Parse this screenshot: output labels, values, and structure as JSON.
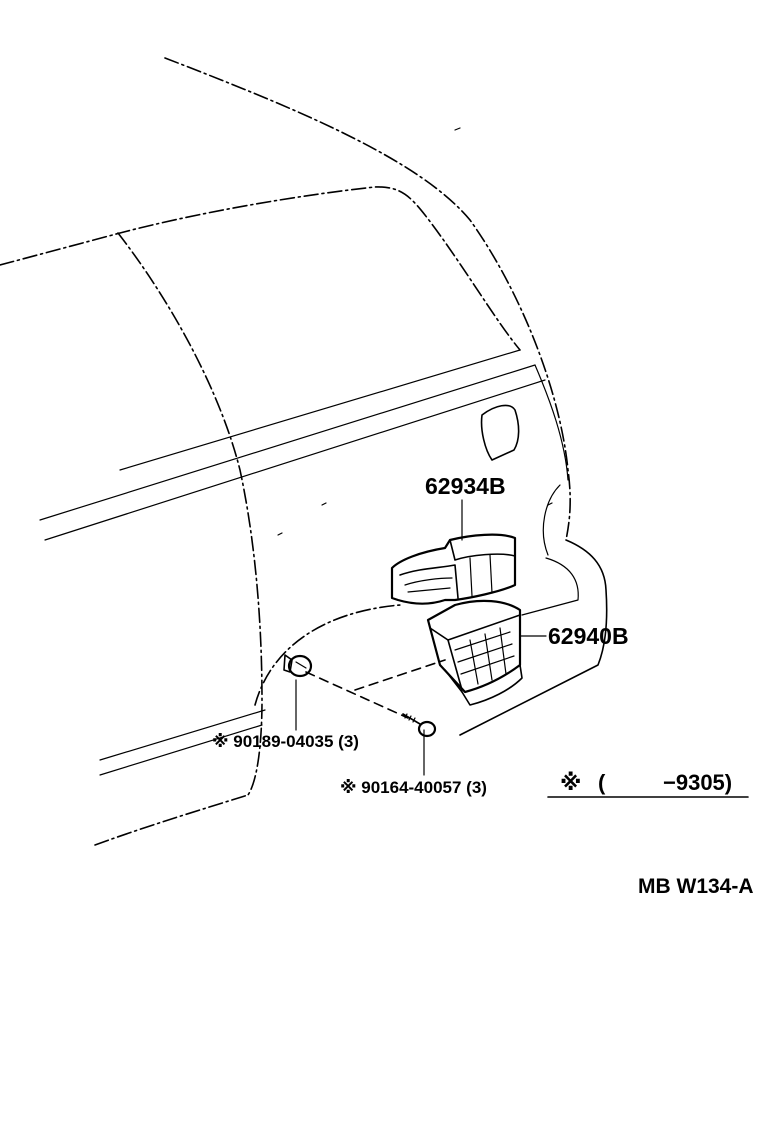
{
  "labels": {
    "panel": "62934B",
    "grille": "62940B",
    "clip": "※ 90189-04035 (3)",
    "screw": "※ 90164-40057 (3)",
    "note_mark": "※",
    "note_open": "(",
    "note_range": "−9305)",
    "diagram_code": "MB W134-A"
  },
  "icons": {
    "clip": "push-clip-icon",
    "screw": "screw-icon"
  }
}
